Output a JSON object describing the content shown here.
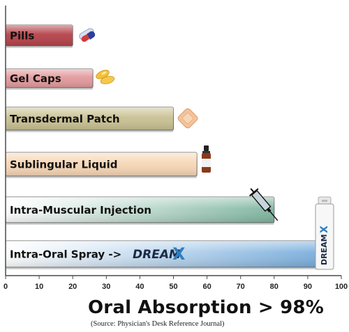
{
  "chart_data": {
    "type": "bar",
    "orientation": "horizontal",
    "categories": [
      "Pills",
      "Gel Caps",
      "Transdermal Patch",
      "Sublingular Liquid",
      "Intra-Muscular Injection",
      "Intra-Oral Spray ->"
    ],
    "values": [
      20,
      26,
      50,
      57,
      80,
      93
    ],
    "colors": [
      "#b5424a",
      "#e29a9c",
      "#c9c193",
      "#f7d7b6",
      "#7fb6a0",
      "#7aaedc"
    ],
    "icons": [
      "capsule-icon",
      "gel-caps-icon",
      "patch-icon",
      "bottle-icon",
      "syringe-icon",
      "spray-bottle-icon"
    ],
    "brand_text": "DREAM",
    "brand_mark": "X",
    "product_text": "DREAM",
    "xlim": [
      0,
      100
    ],
    "xticks": [
      0,
      10,
      20,
      30,
      40,
      50,
      60,
      70,
      80,
      90,
      100
    ],
    "title": "Oral Absorption > 98%",
    "subtitle": "(Source: Physician's Desk Reference Journal)",
    "grid": false
  }
}
